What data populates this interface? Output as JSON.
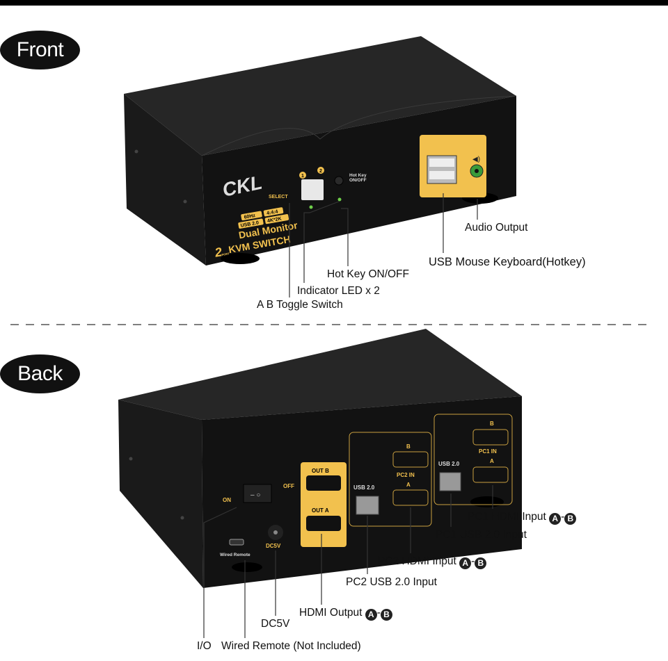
{
  "sections": {
    "front": "Front",
    "back": "Back"
  },
  "colors": {
    "accent_gold": "#f2c14e",
    "device_black": "#151515",
    "label_dark": "#222222"
  },
  "front_device": {
    "logo": "CKL",
    "select": "SELECT",
    "port1": "1",
    "port2": "2",
    "hotkey": "Hot Key",
    "hotkey_state": "ON/OFF",
    "badge_60hz": "60Hz",
    "badge_444": "4:4:4",
    "badge_usb": "USB 2.0",
    "badge_4k": "4K*2K",
    "line1": "Dual Monitor",
    "line2": "KVM SWITCH",
    "ports_num": "2",
    "ports_word": "PORT"
  },
  "front_labels": {
    "audio": "Audio Output",
    "usb": "USB Mouse Keyboard(Hotkey)",
    "hotkey": "Hot Key ON/OFF",
    "led": "Indicator LED x 2",
    "toggle": "A B Toggle Switch"
  },
  "back_device": {
    "on": "ON",
    "off": "OFF",
    "out_b": "OUT B",
    "out_a": "OUT A",
    "usb2": "USB 2.0",
    "pc2_in": "PC2 IN",
    "pc1_in": "PC1 IN",
    "a": "A",
    "b": "B",
    "wired_remote": "Wired Remote",
    "dc5v": "DC5V"
  },
  "back_labels": {
    "pc1_hdmi": "PC1 HDMI Input",
    "pc1_usb": "PC1 USB 2.0 Input",
    "pc2_hdmi": "PC2 HDMI Input",
    "pc2_usb": "PC2 USB 2.0 Input",
    "hdmi_out": "HDMI Output",
    "dc5v": "DC5V",
    "io": "I/O",
    "remote": "Wired Remote (Not Included)",
    "a": "A",
    "b": "B",
    "dash": "-"
  }
}
